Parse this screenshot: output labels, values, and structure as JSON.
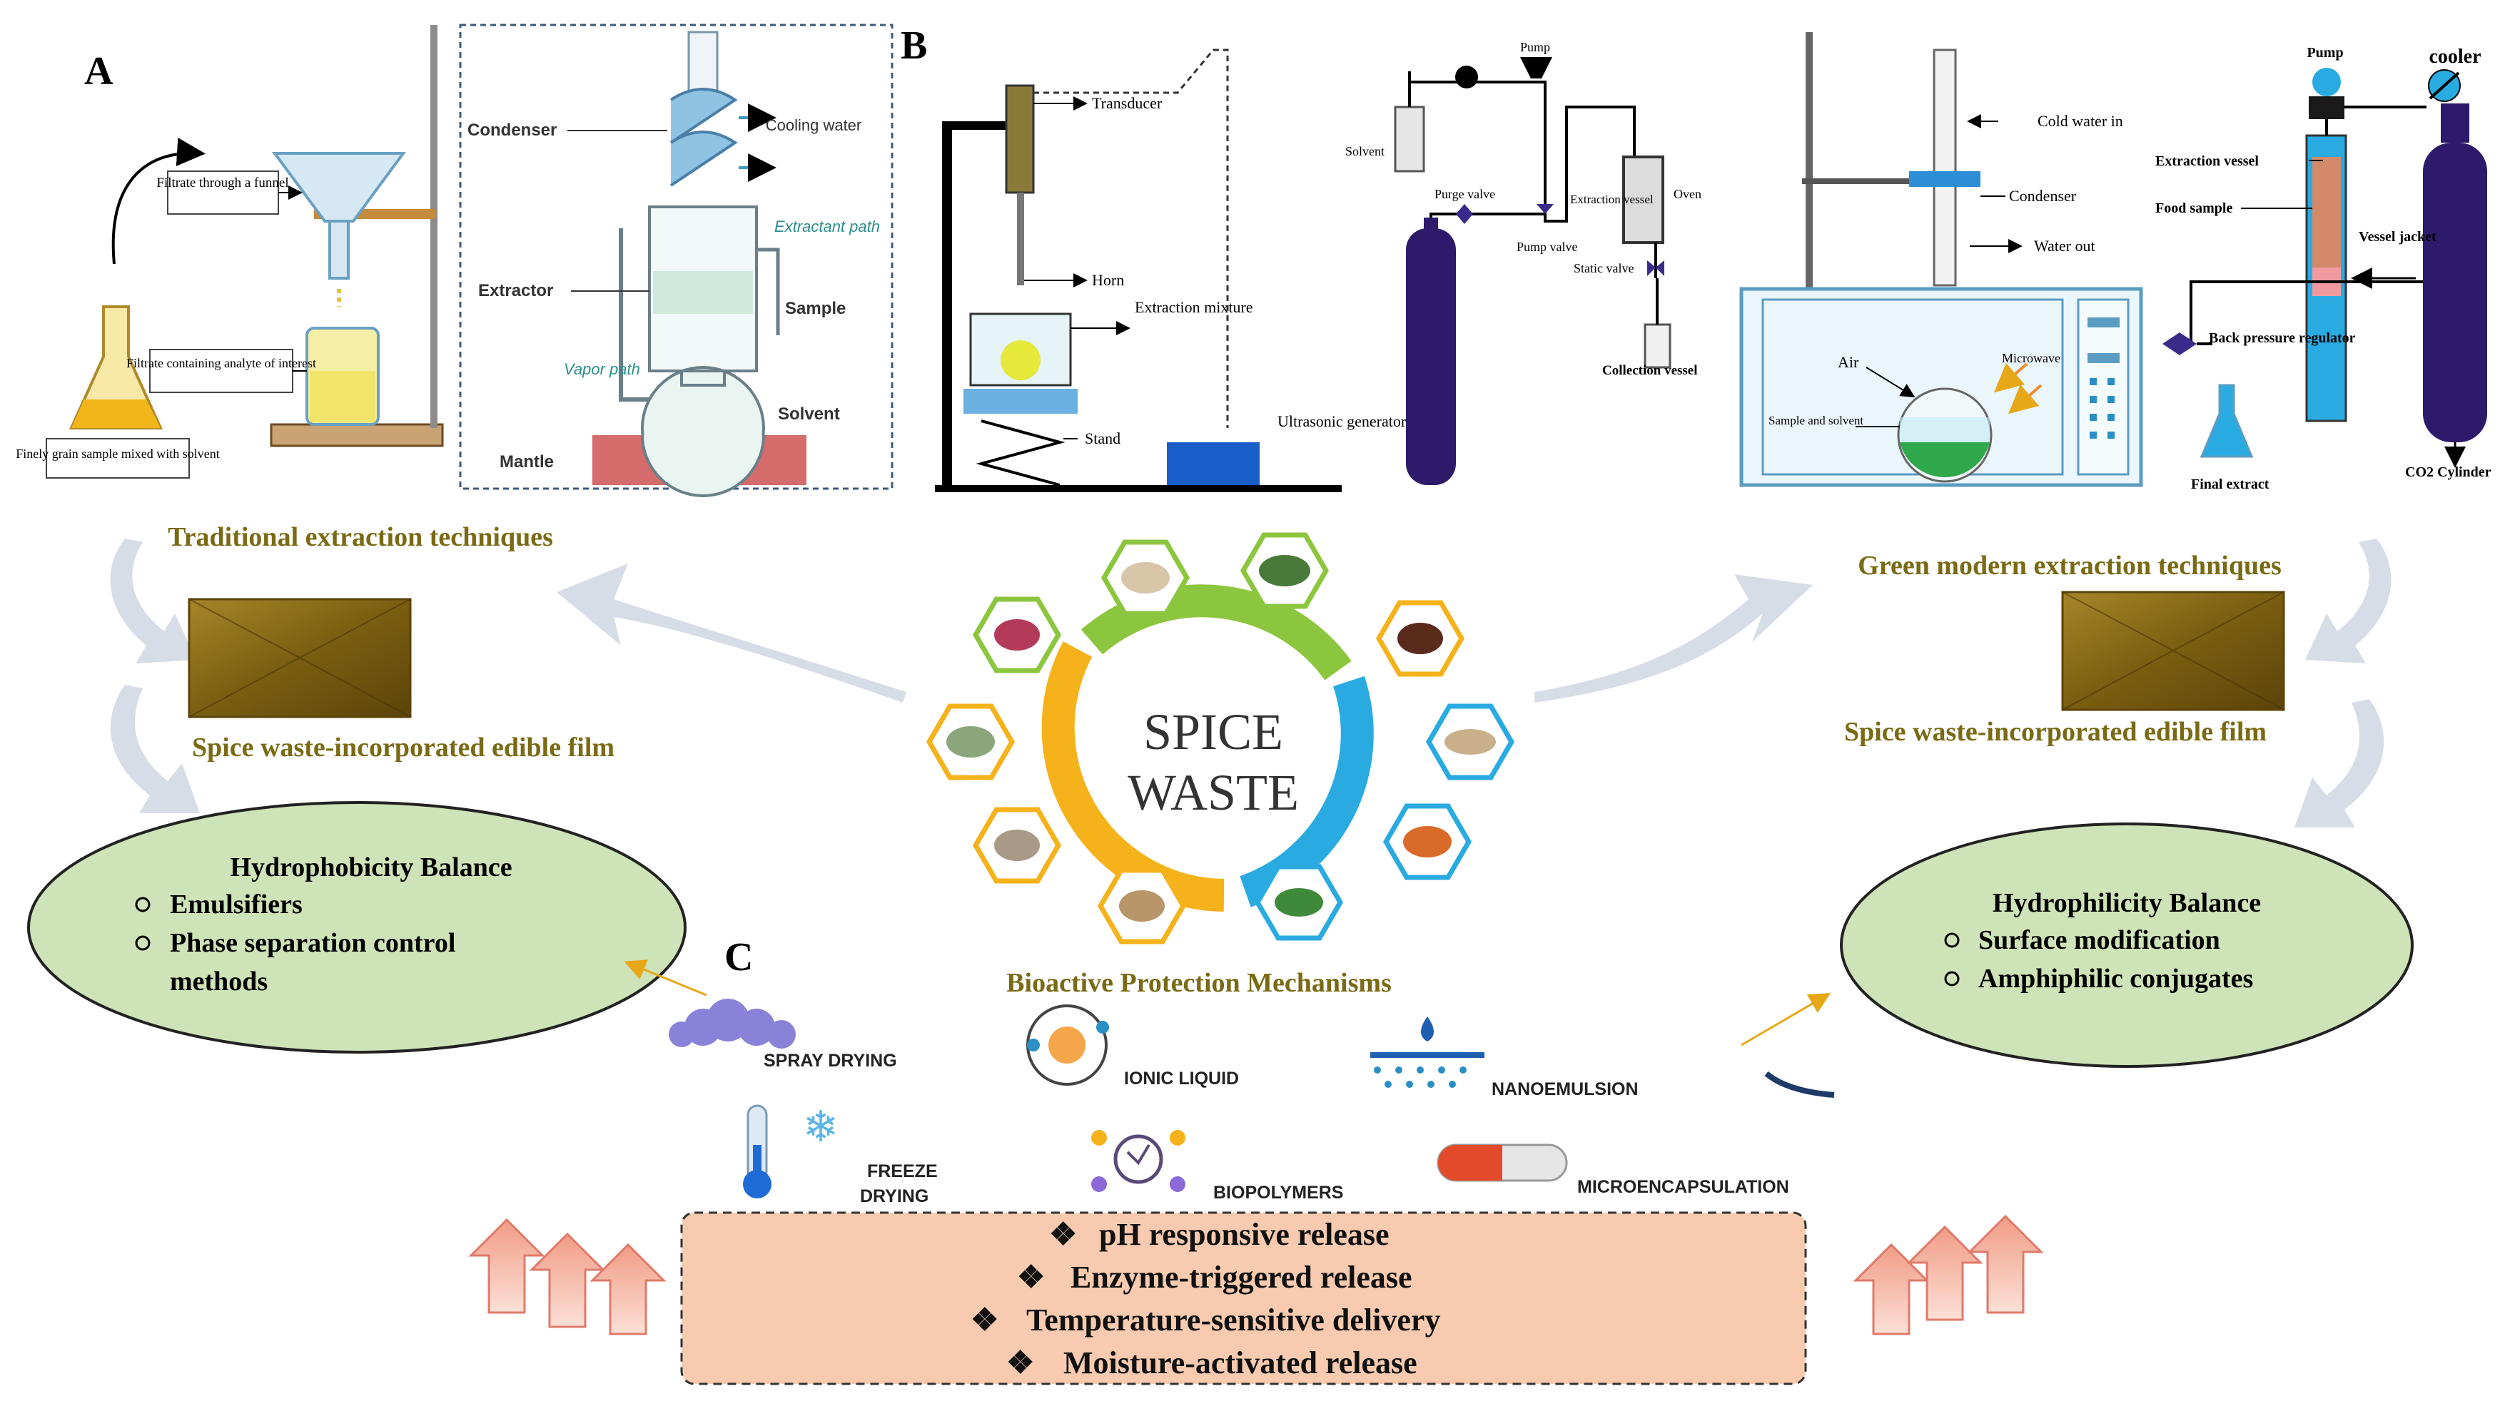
{
  "panels": {
    "a": "A",
    "b": "B",
    "c": "C"
  },
  "colors": {
    "olive_text": "#7a6a14",
    "oval_fill": "#cfe3b8",
    "oval_stroke": "#222222",
    "release_box": "#f8cbb0",
    "arrow_up": "#f4b7a9",
    "film": "#8a6c12",
    "hex_green": "#8cc63f",
    "hex_orange": "#f6b21b",
    "hex_blue": "#29abe2",
    "ring_green": "#8cc63f",
    "ring_orange": "#f6b21b",
    "ring_blue": "#29abe2",
    "cylinder": "#2e1a6b"
  },
  "soxhlet": {
    "filtrate_funnel": "Filtrate through a funnel",
    "filtrate_containing": "Filtrate containing analyte of interest",
    "finely_grain": "Finely grain sample mixed with solvent",
    "condenser": "Condenser",
    "cooling_water": "Cooling water",
    "extractant_path": "Extractant path",
    "extractor": "Extractor",
    "sample": "Sample",
    "vapor_path": "Vapor path",
    "solvent": "Solvent",
    "mantle": "Mantle"
  },
  "ultrasonic": {
    "transducer": "Transducer",
    "horn": "Horn",
    "extraction_mixture": "Extraction mixture",
    "stand": "Stand",
    "ultrasonic_generator": "Ultrasonic generator"
  },
  "pressurized": {
    "solvent": "Solvent",
    "pump": "Pump",
    "purge_valve": "Purge valve",
    "pump_valve": "Pump valve",
    "extraction_vessel": "Extraction vessel",
    "oven": "Oven",
    "static_valve": "Static valve",
    "collection_vessel": "Collection vessel"
  },
  "microwave": {
    "cold_water_in": "Cold water in",
    "condenser": "Condenser",
    "water_out": "Water out",
    "air": "Air",
    "microwave": "Microwave",
    "sample_solvent": "Sample and solvent"
  },
  "supercritical": {
    "pump": "Pump",
    "cooler": "cooler",
    "extraction_vessel": "Extraction vessel",
    "food_sample": "Food sample",
    "vessel_jacket": "Vessel jacket",
    "back_pressure": "Back pressure regulator",
    "final_extract": "Final extract",
    "co2_cylinder": "CO2 Cylinder"
  },
  "left": {
    "heading": "Traditional extraction techniques",
    "film": "Spice waste-incorporated edible film",
    "oval_title": "Hydrophobicity Balance",
    "oval_items": [
      "Emulsifiers",
      "Phase separation control",
      "methods"
    ]
  },
  "right": {
    "heading": "Green modern extraction techniques",
    "film": "Spice waste-incorporated edible film",
    "oval_title": "Hydrophilicity Balance",
    "oval_items": [
      "Surface modification",
      "Amphiphilic conjugates"
    ]
  },
  "center": {
    "line1": "SPICE",
    "line2": "WASTE"
  },
  "bioactive_title": "Bioactive Protection Mechanisms",
  "mechanisms": {
    "spray_drying": "SPRAY DRYING",
    "ionic_liquid": "IONIC LIQUID",
    "nanoemulsion": "NANOEMULSION",
    "freeze_drying_1": "FREEZE",
    "freeze_drying_2": "DRYING",
    "biopolymers": "BIOPOLYMERS",
    "microencapsulation": "MICROENCAPSULATION"
  },
  "release": {
    "bullet": "❖",
    "items": [
      "pH responsive release",
      "Enzyme-triggered release",
      "Temperature-sensitive delivery",
      "Moisture-activated release"
    ]
  }
}
